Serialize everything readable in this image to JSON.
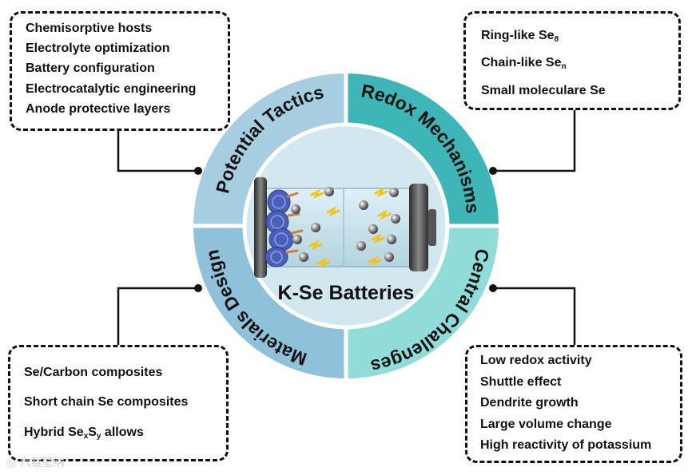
{
  "center": {
    "title": "K-Se Batteries"
  },
  "quadrants": {
    "top_left": {
      "label": "Potential Tactics",
      "color": "#a6cde0"
    },
    "top_right": {
      "label": "Redox Mechanisms",
      "color": "#3eb6b8"
    },
    "bottom_left": {
      "label": "Materials Design",
      "color": "#8fc1da"
    },
    "bottom_right": {
      "label": "Central Challenges",
      "color": "#8fdcd8"
    }
  },
  "boxes": {
    "top_left": {
      "items": [
        "Chemisorptive hosts",
        "Electrolyte optimization",
        "Battery configuration",
        "Electrocatalytic engineering",
        "Anode protective layers"
      ]
    },
    "top_right": {
      "items": [
        {
          "text": "Ring-like Se",
          "sub": "8"
        },
        {
          "text": "Chain-like Se",
          "sub": "n"
        },
        {
          "text": "Small moleculare Se"
        }
      ]
    },
    "bottom_left": {
      "items": [
        {
          "text": "Se/Carbon composites"
        },
        {
          "text": "Short chain Se composites"
        },
        {
          "text": "Hybrid Se",
          "sub": "x",
          "text2": "S",
          "sub2": "y",
          "text3": " allows"
        }
      ]
    },
    "bottom_right": {
      "items": [
        "Low redox activity",
        "Shuttle effect",
        "Dendrite growth",
        "Large volume change",
        "High reactivity of potassium"
      ]
    }
  },
  "watermark": "六载壁纳"
}
